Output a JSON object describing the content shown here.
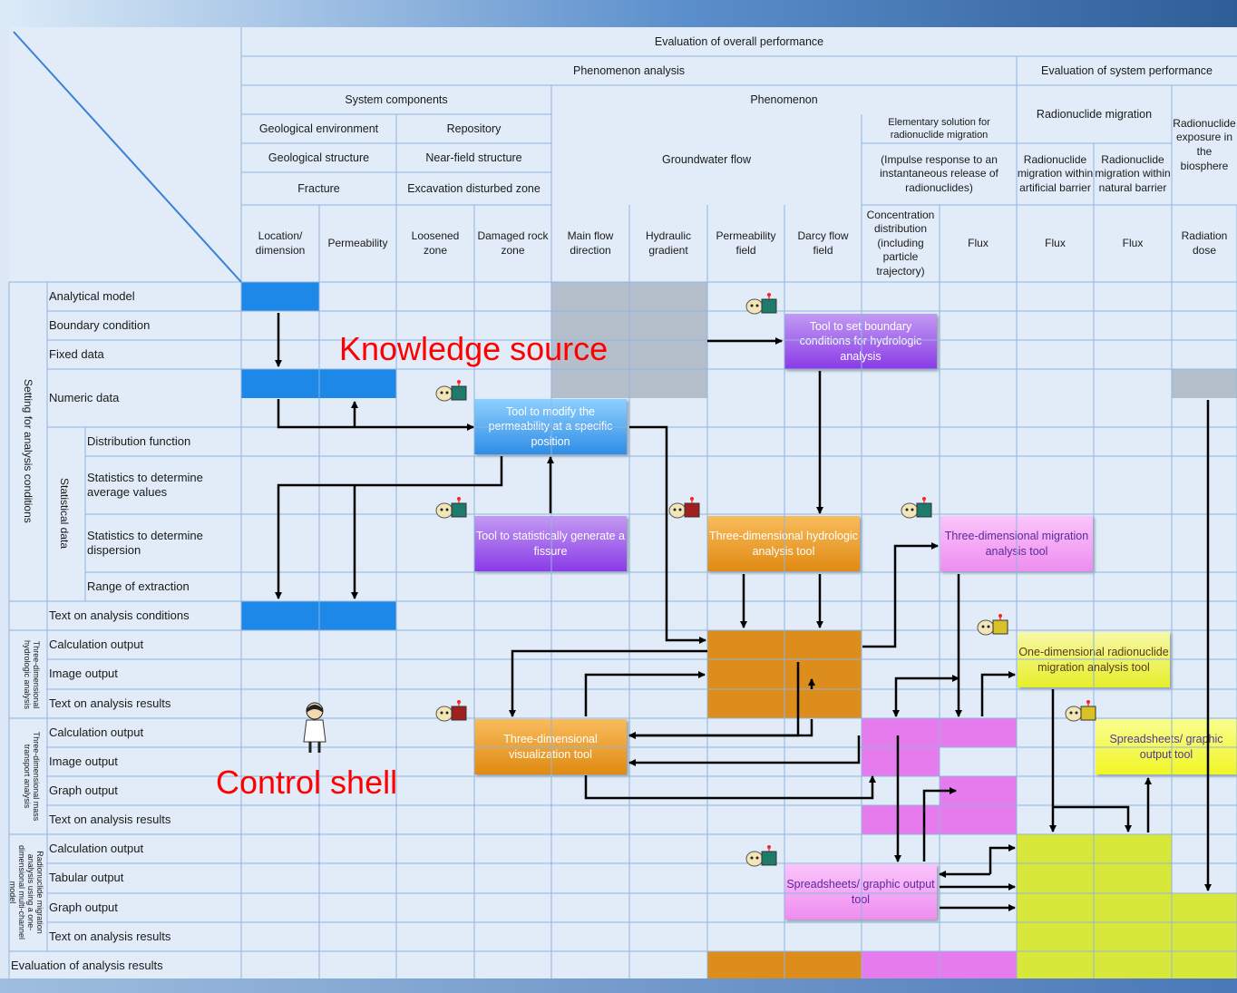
{
  "headers": {
    "evaluation_overall": "Evaluation of overall performance",
    "phenomenon_analysis": "Phenomenon analysis",
    "evaluation_system": "Evaluation of system performance",
    "system_components": "System components",
    "phenomenon": "Phenomenon",
    "radionuclide_migration": "Radionuclide migration",
    "radionuclide_exposure": "Radionuclide exposure in the biosphere",
    "geological_environment": "Geological environment",
    "repository": "Repository",
    "elementary_solution": "Elementary solution for radionuclide migration",
    "geological_structure": "Geological structure",
    "near_field_structure": "Near-field structure",
    "groundwater_flow": "Groundwater flow",
    "impulse_response": "(Impulse response to an instantaneous release of radionuclides)",
    "migration_artificial": "Radionuclide migration within artificial barrier",
    "migration_natural": "Radionuclide migration within natural barrier",
    "fracture": "Fracture",
    "excavation_zone": "Excavation disturbed zone"
  },
  "columns": [
    "Location/ dimension",
    "Permeability",
    "Loosened zone",
    "Damaged rock zone",
    "Main flow direction",
    "Hydraulic gradient",
    "Permeability field",
    "Darcy flow field",
    "Concentration distribution (including particle trajectory)",
    "Flux",
    "Flux",
    "Flux",
    "Radiation dose"
  ],
  "row_groups": {
    "setting": "Setting for analysis conditions",
    "statistical": "Statistical data",
    "hydrologic": "Three-dimensional hydrologic analysis",
    "mass_transport": "Three-dimensional mass transport analysis",
    "one_dim": "Radionuclide migration analysis using a one-dimensional multi-channel model"
  },
  "rows": [
    "Analytical model",
    "Boundary condition",
    "Fixed data",
    "Numeric data",
    "Distribution function",
    "Statistics to determine average values",
    "Statistics to determine dispersion",
    "Range of extraction",
    "Text on analysis conditions",
    "Calculation output",
    "Image output",
    "Text on analysis results",
    "Calculation output",
    "Image output",
    "Graph output",
    "Text on analysis results",
    "Calculation output",
    "Tabular output",
    "Graph output",
    "Text on analysis results",
    "Evaluation of analysis results"
  ],
  "tools": {
    "boundary_tool": "Tool to set boundary conditions for hydrologic analysis",
    "permeability_tool": "Tool to modify the permeability at a specific position",
    "fissure_tool": "Tool to statistically generate a fissure",
    "hydrologic_tool": "Three-dimensional hydrologic analysis tool",
    "migration3d_tool": "Three-dimensional migration analysis tool",
    "migration1d_tool": "One-dimensional radionuclide migration analysis tool",
    "visualization_tool": "Three-dimensional visualization tool",
    "spreadsheet_tool_right": "Spreadsheets/ graphic output tool",
    "spreadsheet_tool_bottom": "Spreadsheets/ graphic output tool"
  },
  "annotations": {
    "knowledge_source": "Knowledge source",
    "control_shell": "Control shell"
  },
  "colors": {
    "grid_bg": "#e1ecf8",
    "grid_line": "#8fb4df",
    "blue_cell": "#1e88e8",
    "gray_cell": "#b5bfcb",
    "orange_cell": "#dc8d1c",
    "magenta_cell": "#e57bec",
    "yellow_cell": "#d8e83a",
    "annotation_red": "#ff0000"
  }
}
